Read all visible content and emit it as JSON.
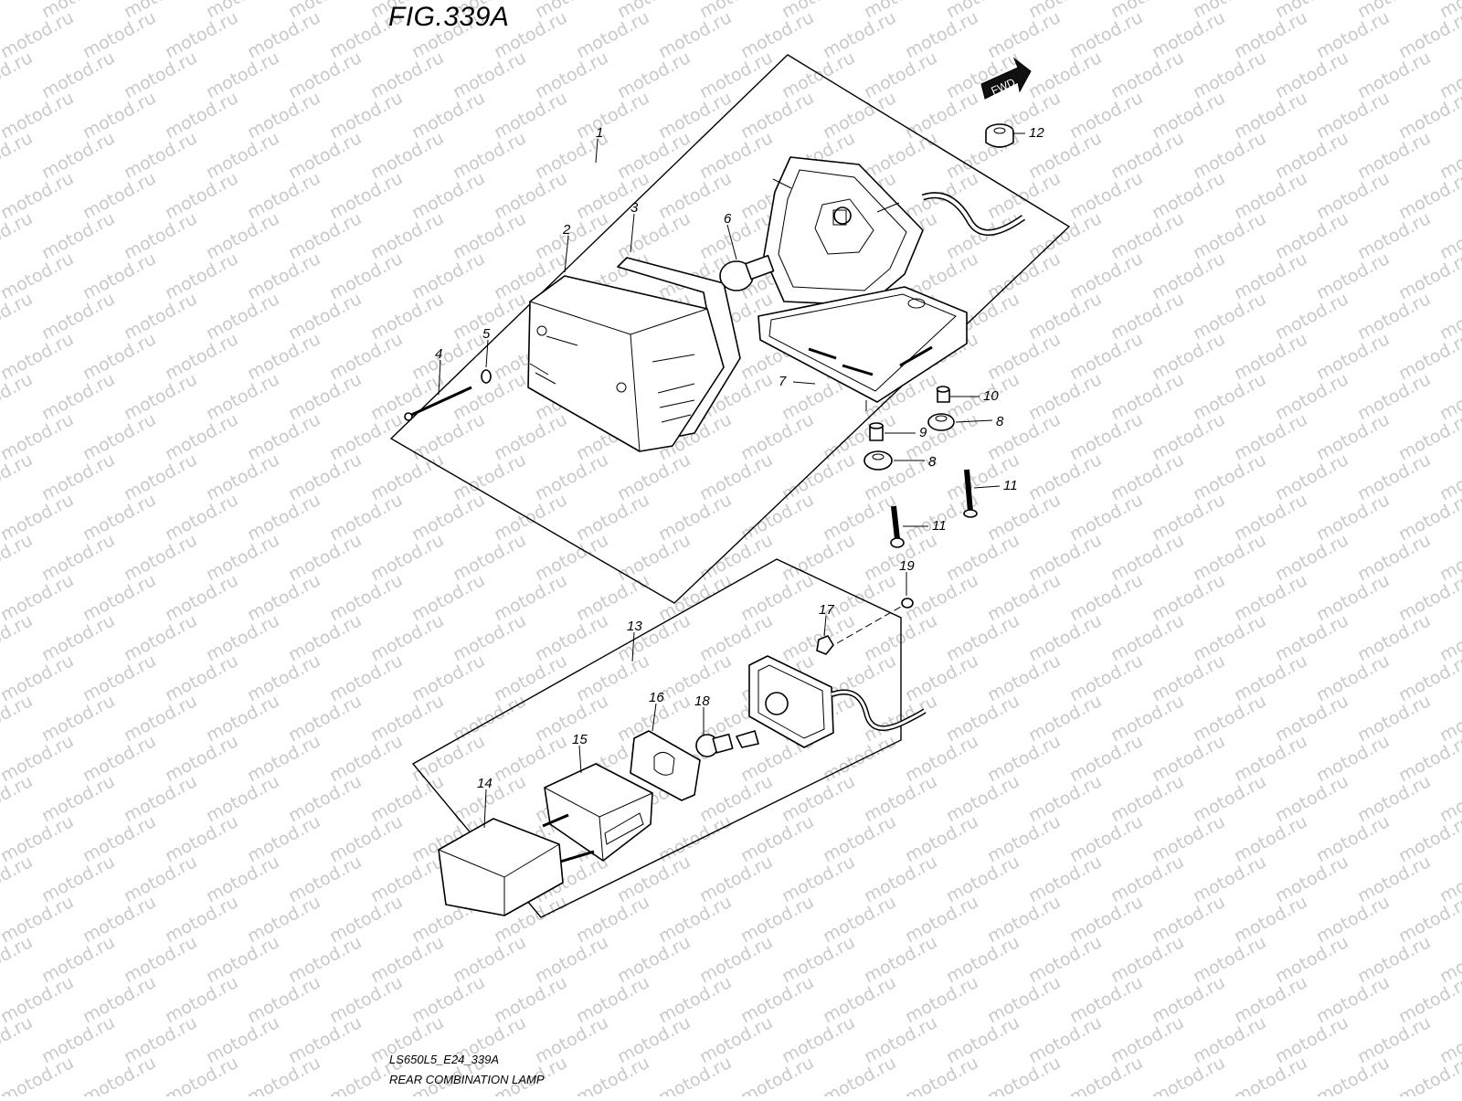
{
  "figure": {
    "title": "FIG.339A",
    "model_code": "LS650L5_E24_339A",
    "name": "REAR COMBINATION LAMP"
  },
  "watermark": "motod.ru",
  "fwd_badge": "FWD",
  "callouts": [
    "1",
    "2",
    "3",
    "4",
    "5",
    "6",
    "7",
    "8",
    "8",
    "9",
    "10",
    "11",
    "11",
    "12",
    "13",
    "14",
    "15",
    "16",
    "17",
    "18",
    "19"
  ],
  "colors": {
    "line": "#000000",
    "watermark": "#c9c9c9",
    "background": "#ffffff"
  }
}
